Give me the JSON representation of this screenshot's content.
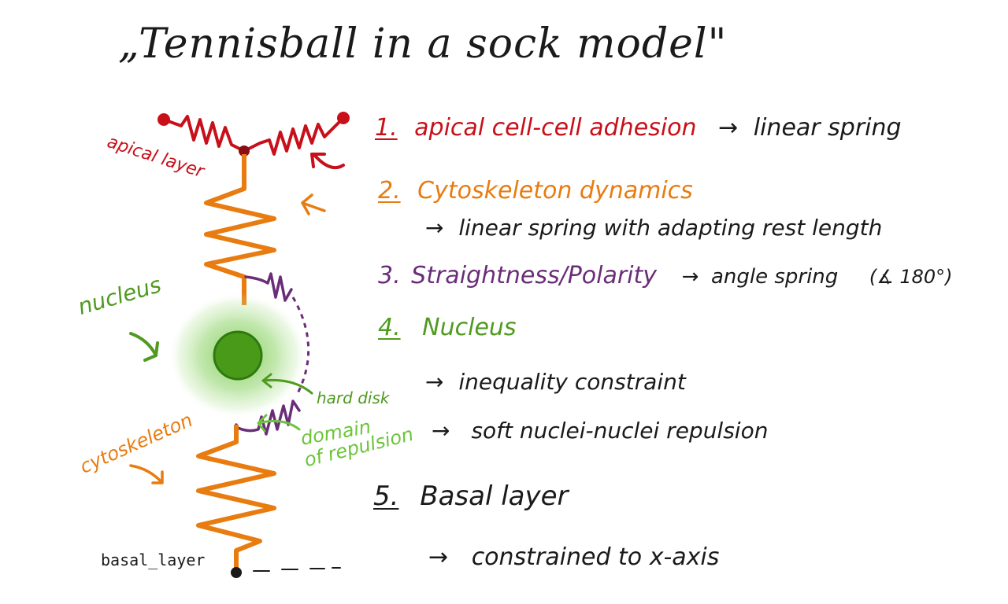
{
  "title": "„Tennisball in a sock model\"",
  "diagram_labels": {
    "apical_layer": "apical layer",
    "nucleus": "nucleus",
    "cytoskeleton": "cytoskeleton",
    "hard_disk": "hard disk",
    "domain_of_repulsion_1": "domain",
    "domain_of_repulsion_2": "of repulsion",
    "basal_layer": "basal_layer"
  },
  "items": [
    {
      "number": "1.",
      "label": "apical cell-cell adhesion",
      "arrow": "→",
      "detail": "linear spring"
    },
    {
      "number": "2.",
      "label": "Cytoskeleton dynamics",
      "arrow": "→",
      "detail": "linear spring with adapting rest length"
    },
    {
      "number": "3.",
      "label": "Straightness/Polarity",
      "arrow": "→",
      "detail": "angle spring",
      "extra": "(∡ 180°)"
    },
    {
      "number": "4.",
      "label": "Nucleus",
      "arrow": "→",
      "detail": "inequality constraint",
      "arrow2": "→",
      "detail2": "soft nuclei-nuclei repulsion"
    },
    {
      "number": "5.",
      "label": "Basal layer",
      "arrow": "→",
      "detail": "constrained to x-axis"
    }
  ],
  "colors": {
    "apical": "#c8101a",
    "cytoskeleton": "#e87c10",
    "polarity": "#6a2d78",
    "nucleus": "#4f9a1f",
    "nucleus_halo": "#8fd46a",
    "basal": "#1a1a1a"
  }
}
